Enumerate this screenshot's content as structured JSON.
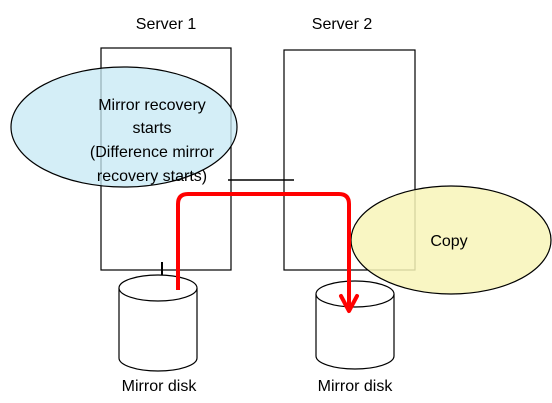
{
  "servers": [
    {
      "label": "Server 1"
    },
    {
      "label": "Server 2"
    }
  ],
  "disks": [
    {
      "label": "Mirror disk"
    },
    {
      "label": "Mirror disk"
    }
  ],
  "callout_recovery": {
    "lines": [
      "Mirror recovery",
      "starts",
      "(Difference mirror",
      "recovery starts)"
    ]
  },
  "callout_copy": {
    "text": "Copy"
  },
  "colors": {
    "recovery_fill": "#c6e8f4",
    "copy_fill": "#f8f4b8",
    "arrow": "#ff0000",
    "stroke": "#000000"
  }
}
